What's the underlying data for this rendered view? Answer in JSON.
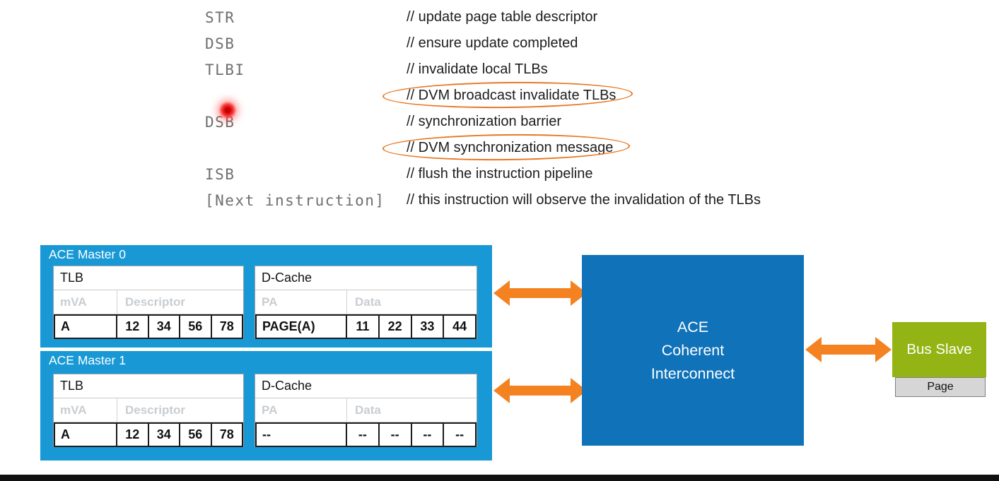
{
  "code": {
    "rows": [
      {
        "instruction": "STR",
        "comment": "// update page table descriptor"
      },
      {
        "instruction": "DSB",
        "comment": "// ensure update completed"
      },
      {
        "instruction": "TLBI",
        "comment": "// invalidate local TLBs"
      },
      {
        "instruction": "",
        "comment": "// DVM broadcast invalidate TLBs"
      },
      {
        "instruction": "DSB",
        "comment": "// synchronization barrier"
      },
      {
        "instruction": "",
        "comment": "// DVM synchronization message"
      },
      {
        "instruction": "ISB",
        "comment": "// flush the instruction pipeline"
      },
      {
        "instruction": "[Next instruction]",
        "comment": "// this instruction will observe the invalidation of the TLBs"
      }
    ]
  },
  "diagram": {
    "masters": [
      {
        "title": "ACE Master 0",
        "tlb": {
          "title": "TLB",
          "col_key": "mVA",
          "col_val": "Descriptor",
          "key": "A",
          "values": [
            "12",
            "34",
            "56",
            "78"
          ]
        },
        "dcache": {
          "title": "D-Cache",
          "col_key": "PA",
          "col_val": "Data",
          "key": "PAGE(A)",
          "values": [
            "11",
            "22",
            "33",
            "44"
          ]
        }
      },
      {
        "title": "ACE Master 1",
        "tlb": {
          "title": "TLB",
          "col_key": "mVA",
          "col_val": "Descriptor",
          "key": "A",
          "values": [
            "12",
            "34",
            "56",
            "78"
          ]
        },
        "dcache": {
          "title": "D-Cache",
          "col_key": "PA",
          "col_val": "Data",
          "key": "--",
          "values": [
            "--",
            "--",
            "--",
            "--"
          ]
        }
      }
    ],
    "interconnect": {
      "line1": "ACE",
      "line2": "Coherent",
      "line3": "Interconnect"
    },
    "bus_slave_label": "Bus Slave",
    "page_label": "Page"
  },
  "colors": {
    "master_blue": "#1899d6",
    "interconnect_blue": "#1072b9",
    "arrow_orange": "#f58220",
    "slave_green": "#93b414",
    "page_gray": "#d6d6d6",
    "highlight_ellipse_orange": "#e87722",
    "laser_pointer_red": "#ff3b3b"
  }
}
